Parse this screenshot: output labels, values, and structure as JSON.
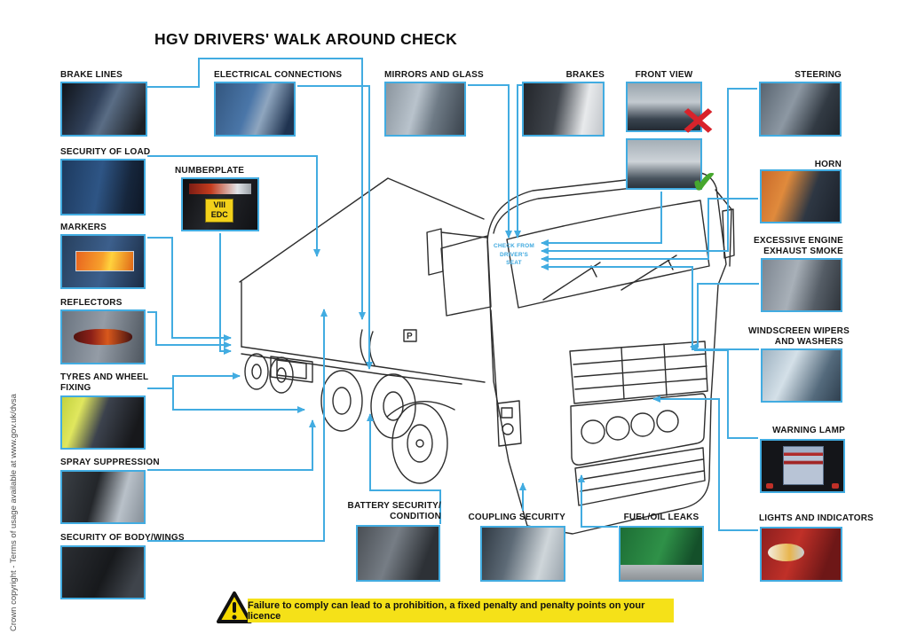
{
  "title": "HGV DRIVERS' WALK AROUND CHECK",
  "copyright": "Crown copyright - Terms of usage available at www.gov.uk/dvsa",
  "banner": {
    "text": "Failure to comply can lead to a prohibition, a fixed penalty and penalty points on your licence"
  },
  "center_note": {
    "lines": [
      "CHECK FROM",
      "DRIVER'S",
      "SEAT"
    ]
  },
  "icons": {
    "fail": "✕",
    "pass": "✔"
  },
  "colors": {
    "line_blue": "#42ACE1",
    "banner_yellow": "#F5E118",
    "fail_red": "#D8232B",
    "pass_green": "#46A72E"
  },
  "numberplate_text": {
    "line1": "VIII",
    "line2": "EDC"
  },
  "checks": {
    "brake_lines": {
      "label": "BRAKE LINES"
    },
    "security_of_load": {
      "label": "SECURITY OF LOAD"
    },
    "markers": {
      "label": "MARKERS"
    },
    "reflectors": {
      "label": "REFLECTORS"
    },
    "tyres_and_wheel_fixing": {
      "label1": "TYRES AND WHEEL",
      "label2": "FIXING"
    },
    "spray_suppression": {
      "label": "SPRAY SUPPRESSION"
    },
    "security_of_body_wings": {
      "label": "SECURITY OF BODY/WINGS"
    },
    "electrical_connections": {
      "label": "ELECTRICAL CONNECTIONS"
    },
    "numberplate": {
      "label": "NUMBERPLATE"
    },
    "mirrors_and_glass": {
      "label": "MIRRORS AND GLASS"
    },
    "brakes": {
      "label": "BRAKES"
    },
    "front_view": {
      "label": "FRONT VIEW"
    },
    "steering": {
      "label": "STEERING"
    },
    "horn": {
      "label": "HORN"
    },
    "excessive_engine_exhaust_smoke": {
      "label1": "EXCESSIVE ENGINE",
      "label2": "EXHAUST SMOKE"
    },
    "windscreen_wipers_and_washers": {
      "label1": "WINDSCREEN WIPERS",
      "label2": "AND WASHERS"
    },
    "warning_lamp": {
      "label": "WARNING LAMP"
    },
    "lights_and_indicators": {
      "label": "LIGHTS AND INDICATORS"
    },
    "battery_security_condition": {
      "label1": "BATTERY SECURITY/",
      "label2": "CONDITION"
    },
    "coupling_security": {
      "label": "COUPLING SECURITY"
    },
    "fuel_oil_leaks": {
      "label": "FUEL/OIL LEAKS"
    }
  }
}
